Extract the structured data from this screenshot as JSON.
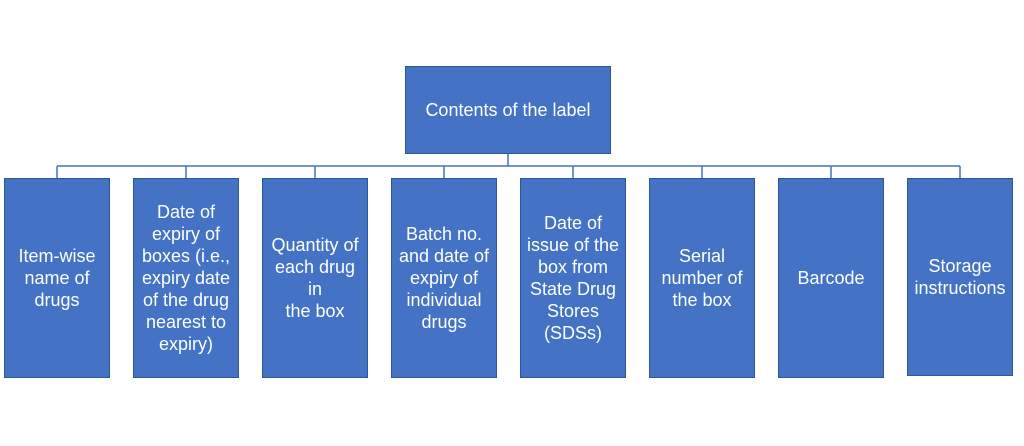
{
  "diagram": {
    "root": {
      "label": "Contents of the label"
    },
    "children": [
      {
        "label": "Item-wise\nname of\ndrugs"
      },
      {
        "label": "Date of\nexpiry of\nboxes (i.e.,\nexpiry date\nof the drug\nnearest to\nexpiry)"
      },
      {
        "label": "Quantity of\neach drug in\nthe box"
      },
      {
        "label": "Batch no.\nand date of\nexpiry of\nindividual\ndrugs"
      },
      {
        "label": "Date of\nissue of the\nbox from\nState Drug\nStores\n(SDSs)"
      },
      {
        "label": "Serial\nnumber of\nthe box"
      },
      {
        "label": "Barcode"
      },
      {
        "label": "Storage\ninstructions"
      }
    ],
    "colors": {
      "box_fill": "#4472c4",
      "box_border": "#2f5597",
      "connector": "#4472c4",
      "text": "#ffffff"
    }
  }
}
